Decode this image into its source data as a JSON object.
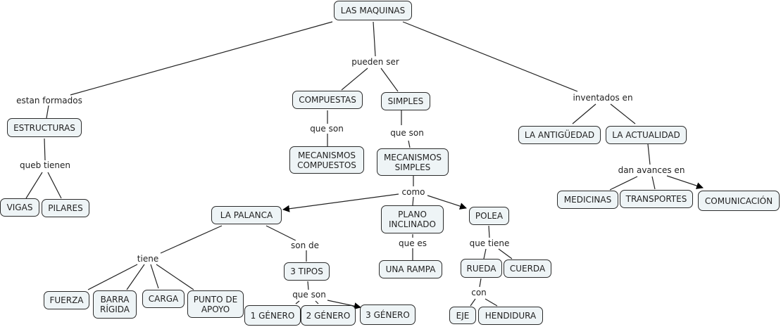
{
  "title": "LAS MAQUINAS",
  "concepts": {
    "maquinas": "LAS MAQUINAS",
    "estructuras": "ESTRUCTURAS",
    "vigas": "VIGAS",
    "pilares": "PILARES",
    "compuestas": "COMPUESTAS",
    "simples": "SIMPLES",
    "mec_compuestos": "MECANISMOS\nCOMPUESTOS",
    "mec_simples": "MECANISMOS\nSIMPLES",
    "palanca": "LA PALANCA",
    "plano": "PLANO\nINCLINADO",
    "polea": "POLEA",
    "rampa": "UNA RAMPA",
    "fuerza": "FUERZA",
    "barra": "BARRA\nRÍGIDA",
    "carga": "CARGA",
    "punto": "PUNTO DE\nAPOYO",
    "tipos": "3 TIPOS",
    "genero1": "1 GÉNERO",
    "genero2": "2 GÉNERO",
    "genero3": "3 GÉNERO",
    "rueda": "RUEDA",
    "cuerda": "CUERDA",
    "eje": "EJE",
    "hendidura": "HENDIDURA",
    "antiguedad": "LA ANTIGÜEDAD",
    "actualidad": "LA ACTUALIDAD",
    "medicinas": "MEDICINAS",
    "transportes": "TRANSPORTES",
    "comunicacion": "COMUNICACIÓN"
  },
  "linking_phrases": {
    "estan_formados": "estan formados",
    "queb_tienen": "queb tienen",
    "pueden_ser": "pueden ser",
    "que_son_comp": "que son",
    "que_son_simp": "que son",
    "como": "como",
    "tiene": "tiene",
    "son_de": "son de",
    "que_es": "que es",
    "que_son_tipos": "que son",
    "que_tiene": "que tiene",
    "con": "con",
    "inventados_en": "inventados en",
    "dan_avances_en": "dan avances en"
  }
}
